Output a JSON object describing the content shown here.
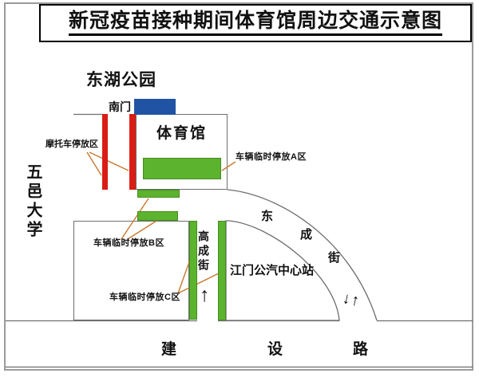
{
  "title": "新冠疫苗接种期间体育馆周边交通示意图",
  "labels": {
    "park": "东湖公园",
    "south_gate": "南门",
    "gym": "体育馆",
    "university": "五邑大学",
    "moto_parking": "摩托车停放区",
    "parking_a": "车辆临时停放A区",
    "parking_b": "车辆临时停放B区",
    "parking_c": "车辆临时停放C区",
    "bus_station": "江门公汽中心站",
    "gaocheng_street": "高成街",
    "dongcheng_street_chars": [
      "东",
      "成",
      "街"
    ],
    "jianshe_road_chars": [
      "建",
      "设",
      "路"
    ],
    "up_arrow": "↑",
    "down_arrow": "↓"
  },
  "legend_semantics": {
    "red_bars": "摩托车停放区",
    "green_zones": "车辆临时停放区",
    "blue_rect": "南门"
  },
  "colors": {
    "moto_parking_red": "#d91d15",
    "gate_blue": "#2153a4",
    "parking_green": "#5cb32e",
    "pointer_line_orange": "#c8792f",
    "outline_gray": "#6e6e6e",
    "frame_gray": "#9b9b9b",
    "text_black": "#111111"
  }
}
